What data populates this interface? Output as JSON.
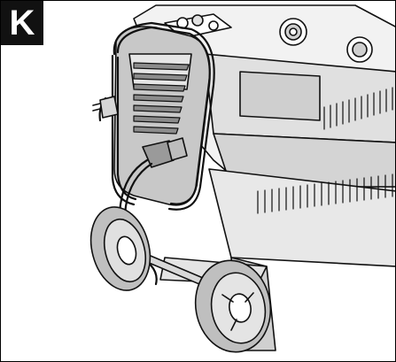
{
  "figure": {
    "label": "K"
  },
  "icons": [
    "pressure-washer-body",
    "cable-hook-holder",
    "power-cable-coil",
    "power-plug",
    "wheel-left",
    "wheel-right",
    "hose-connector-icon",
    "control-panel-icon"
  ],
  "colors": {
    "line": "#111111",
    "fill_light": "#ffffff",
    "fill_shade": "#c8c8c8",
    "fill_mid": "#e6e6e6",
    "fill_dark": "#8c8c8c"
  }
}
